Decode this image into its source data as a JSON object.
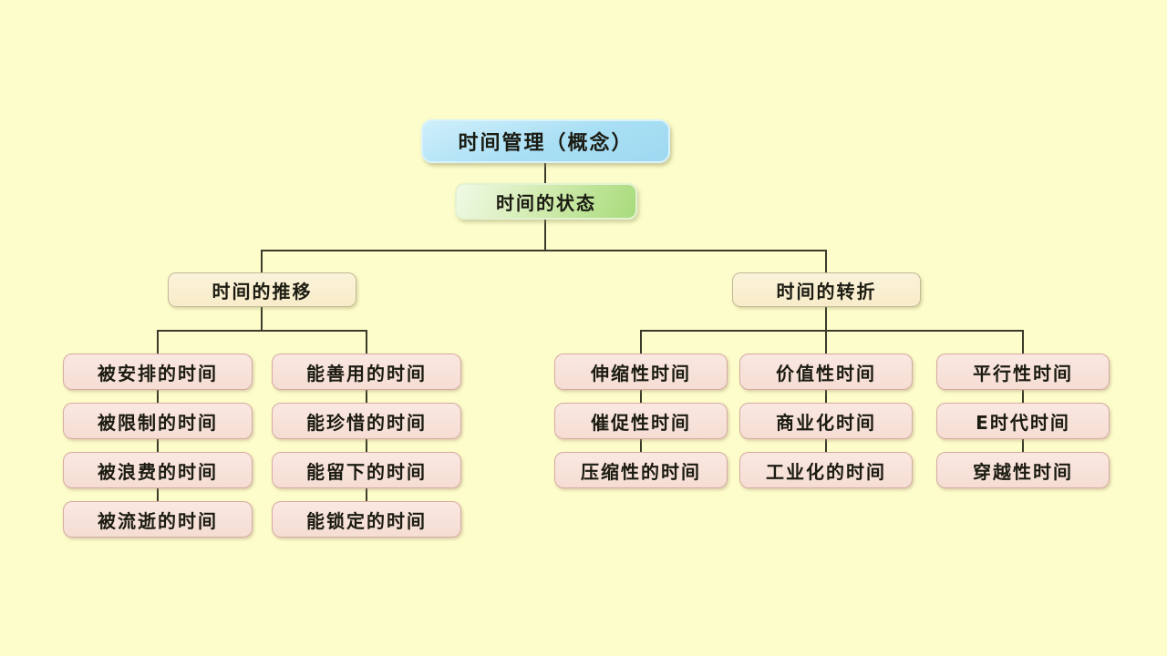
{
  "diagram": {
    "root": {
      "label": "时间管理（概念）"
    },
    "state": {
      "label": "时间的状态"
    },
    "branches": {
      "left": {
        "label": "时间的推移",
        "columns": [
          [
            "被安排的时间",
            "被限制的时间",
            "被浪费的时间",
            "被流逝的时间"
          ],
          [
            "能善用的时间",
            "能珍惜的时间",
            "能留下的时间",
            "能锁定的时间"
          ]
        ]
      },
      "right": {
        "label": "时间的转折",
        "columns": [
          [
            "伸缩性时间",
            "催促性时间",
            "压缩性的时间"
          ],
          [
            "价值性时间",
            "商业化时间",
            "工业化的时间"
          ],
          [
            "平行性时间",
            "E时代时间",
            "穿越性时间"
          ]
        ]
      }
    },
    "colors": {
      "background": "#FDFDCB",
      "root_fill": "#A9DFF4",
      "state_fill": "#A8DB7B",
      "branch_fill": "#FAEFD3",
      "leaf_fill": "#F7E1D9",
      "leaf_border": "#D5ABA1",
      "connector": "#3B3B2B"
    }
  }
}
